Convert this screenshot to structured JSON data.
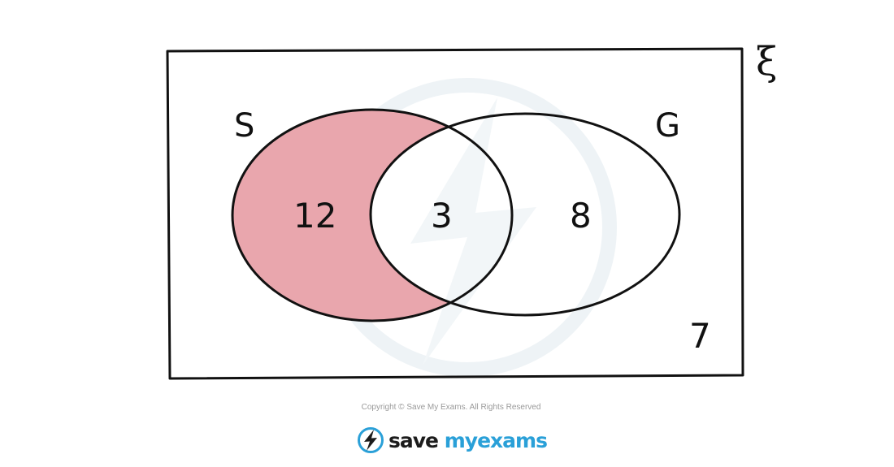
{
  "venn": {
    "universal_symbol": "ξ",
    "sets": [
      {
        "name": "S",
        "only_value": "12",
        "shaded": true
      },
      {
        "name": "G",
        "only_value": "8",
        "shaded": false
      }
    ],
    "intersection_value": "3",
    "outside_value": "7",
    "colors": {
      "outline": "#111111",
      "shaded_fill": "#e9a6ad",
      "watermark": "#e8eef2"
    }
  },
  "footer": {
    "copyright": "Copyright © Save My Exams. All Rights Reserved",
    "brand_word_1": "save",
    "brand_word_2": "my",
    "brand_word_3": "exams",
    "brand_color": "#2aa0d8",
    "logo_icon": "lightning-bolt-icon"
  }
}
